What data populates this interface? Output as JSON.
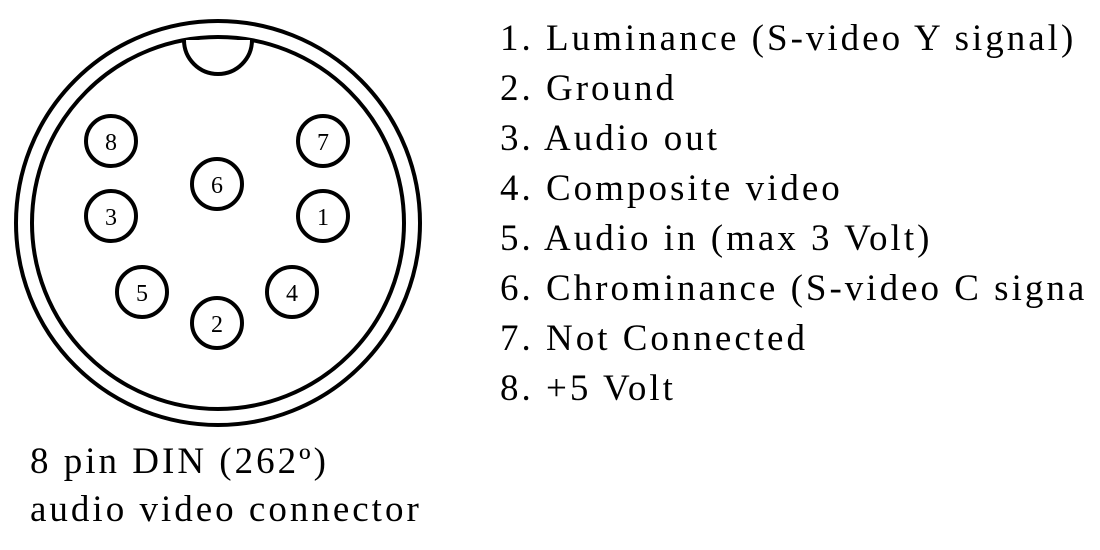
{
  "connector": {
    "pins": [
      {
        "number": "1"
      },
      {
        "number": "2"
      },
      {
        "number": "3"
      },
      {
        "number": "4"
      },
      {
        "number": "5"
      },
      {
        "number": "6"
      },
      {
        "number": "7"
      },
      {
        "number": "8"
      }
    ]
  },
  "legend": {
    "items": [
      {
        "number": "1.",
        "label": "Luminance (S-video Y signal)"
      },
      {
        "number": "2.",
        "label": "Ground"
      },
      {
        "number": "3.",
        "label": "Audio out"
      },
      {
        "number": "4.",
        "label": "Composite video"
      },
      {
        "number": "5.",
        "label": "Audio in (max 3 Volt)"
      },
      {
        "number": "6.",
        "label": "Chrominance (S-video C signa"
      },
      {
        "number": "7.",
        "label": "Not Connected"
      },
      {
        "number": "8.",
        "label": "+5 Volt"
      }
    ]
  },
  "caption": {
    "line1": "8 pin DIN (262º)",
    "line2": "audio video connector"
  }
}
